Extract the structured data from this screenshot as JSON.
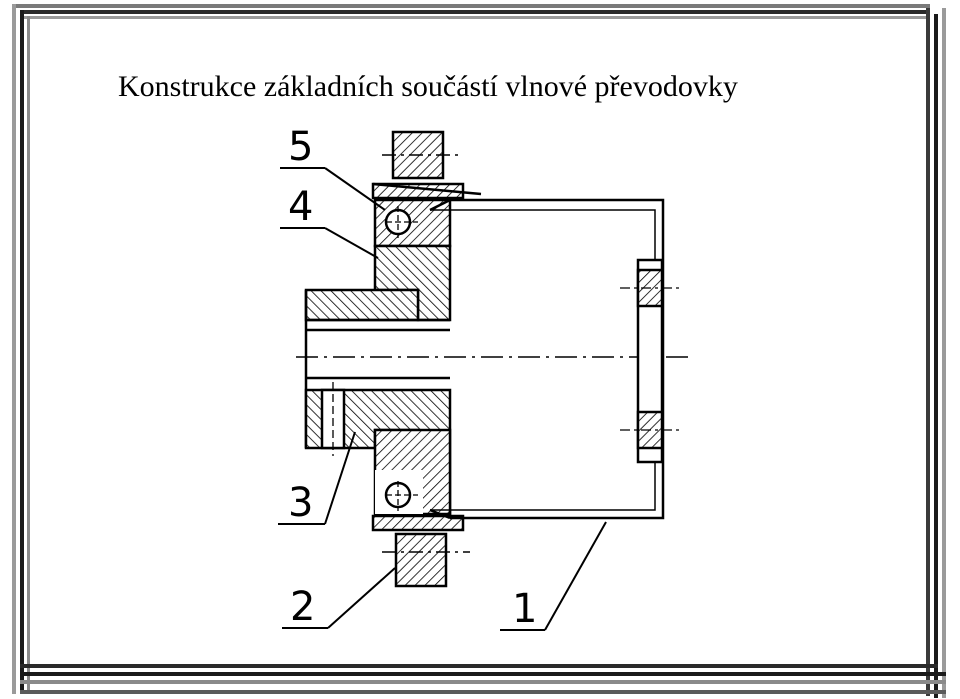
{
  "slide": {
    "title": "Konstrukce základních součástí vlnové převodovky"
  },
  "drawing": {
    "part_labels": [
      "5",
      "4",
      "3",
      "2",
      "1"
    ]
  }
}
